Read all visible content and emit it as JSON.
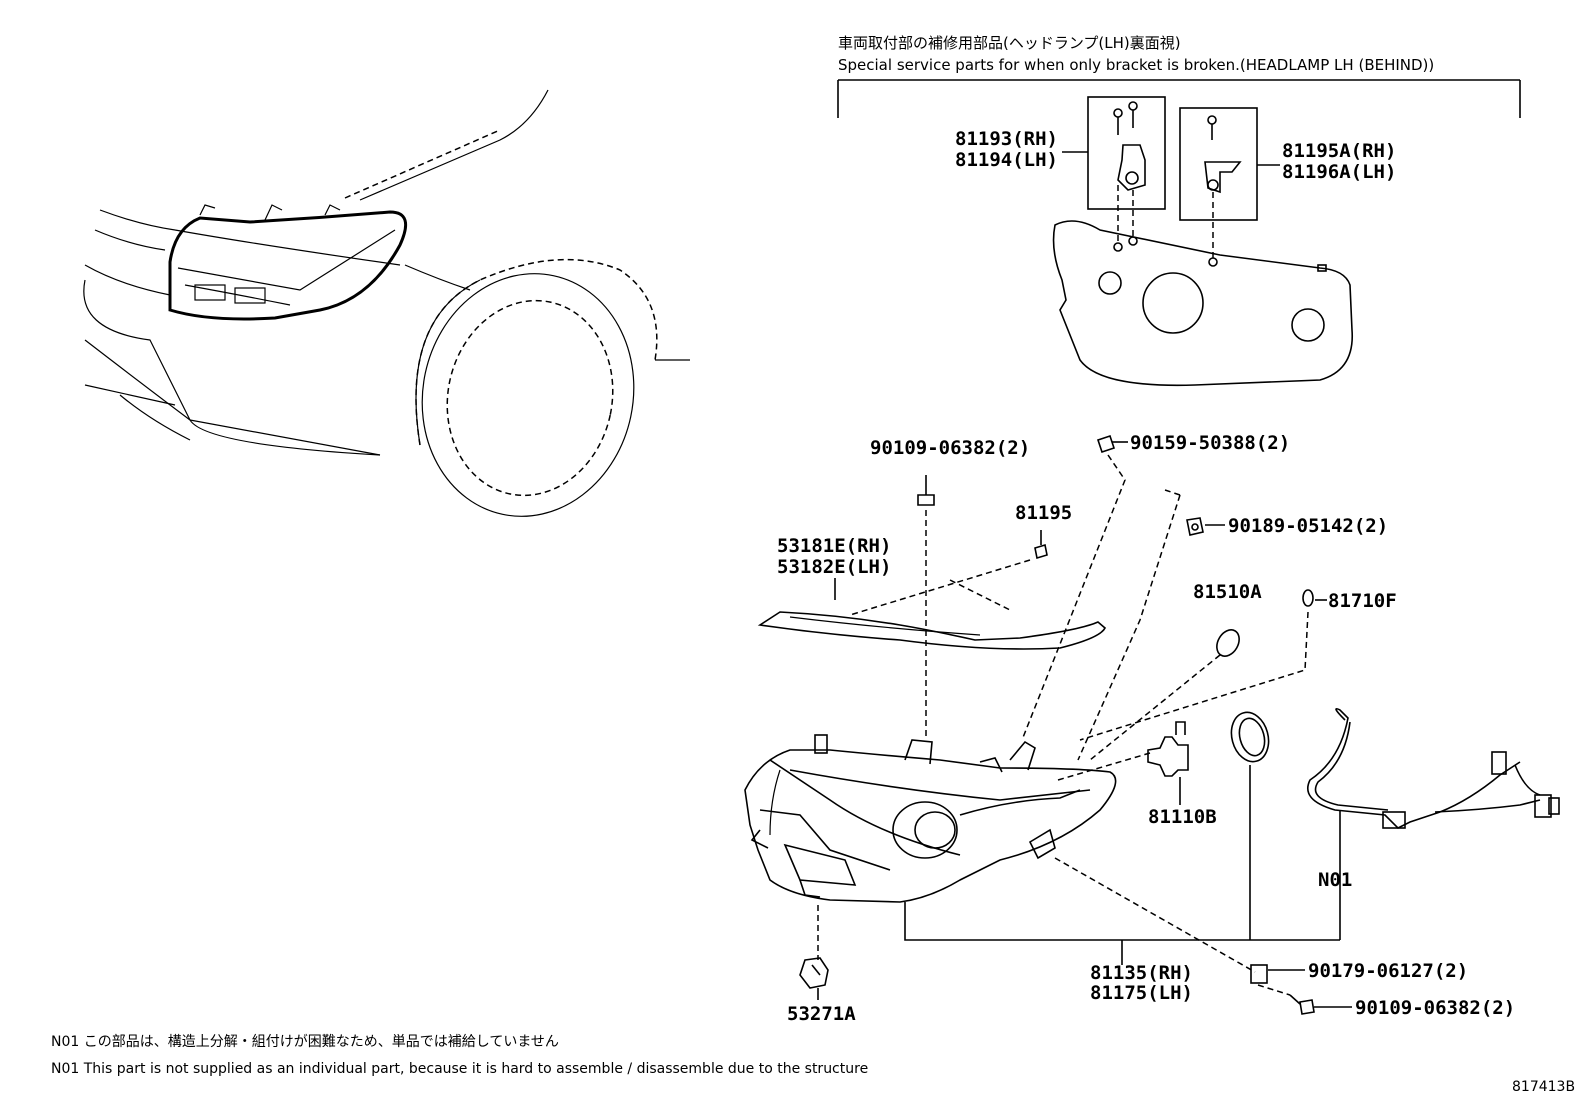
{
  "header": {
    "jp": "車両取付部の補修用部品(ヘッドランプ(LH)裏面視)",
    "en": "Special service parts for when only bracket is broken.(HEADLAMP LH (BEHIND))"
  },
  "parts": {
    "p81193": "81193(RH)",
    "p81194": "81194(LH)",
    "p81195A": "81195A(RH)",
    "p81196A": "81196A(LH)",
    "p90109_top": "90109-06382(2)",
    "p90159": "90159-50388(2)",
    "p81195": "81195",
    "p90189": "90189-05142(2)",
    "p53181E": "53181E(RH)",
    "p53182E": "53182E(LH)",
    "p81510A": "81510A",
    "p81710F": "81710F",
    "p81110B": "81110B",
    "pN01": "N01",
    "p81135": "81135(RH)",
    "p81175": "81175(LH)",
    "p90179": "90179-06127(2)",
    "p90109_bottom": "90109-06382(2)",
    "p53271A": "53271A"
  },
  "notes": {
    "jp": "N01 この部品は、構造上分解・組付けが困難なため、単品では補給していません",
    "en": "N01 This part is not supplied as an individual part, because it is hard to assemble / disassemble due to the structure"
  },
  "figure_id": "817413B",
  "icons": [
    "car-front-icon",
    "headlamp-assembly-icon",
    "bracket-icon",
    "bulb-icon",
    "wire-harness-icon",
    "clip-icon",
    "screw-icon"
  ]
}
